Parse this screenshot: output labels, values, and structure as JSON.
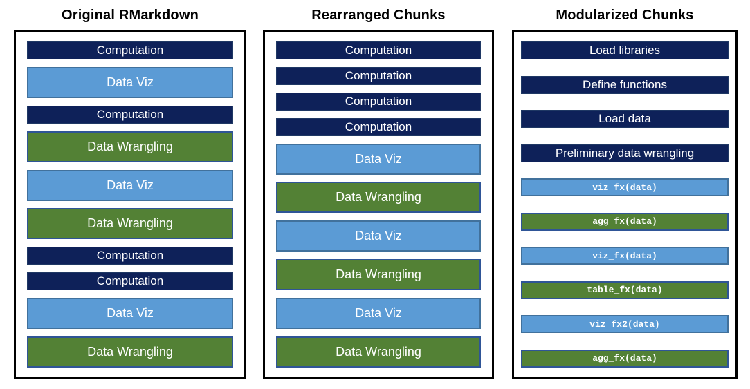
{
  "colors": {
    "background": "#FFFFFF",
    "title_text": "#000000",
    "panel_border": "#000000",
    "bar_text": "#FFFFFF",
    "computation_fill": "#0E2159",
    "computation_border": "#1F3864",
    "viz_fill": "#5B9BD5",
    "viz_border": "#41719C",
    "wrangling_fill": "#538135",
    "wrangling_border": "#2F5597"
  },
  "columns": [
    {
      "title": "Original RMarkdown",
      "items": [
        {
          "label": "Computation",
          "type": "computation",
          "size": "short",
          "mono": false
        },
        {
          "label": "Data Viz",
          "type": "viz",
          "size": "tall",
          "mono": false
        },
        {
          "label": "Computation",
          "type": "computation",
          "size": "short",
          "mono": false
        },
        {
          "label": "Data Wrangling",
          "type": "wrangling",
          "size": "tall",
          "mono": false
        },
        {
          "label": "Data Viz",
          "type": "viz",
          "size": "tall",
          "mono": false
        },
        {
          "label": "Data Wrangling",
          "type": "wrangling",
          "size": "tall",
          "mono": false
        },
        {
          "label": "Computation",
          "type": "computation",
          "size": "short",
          "mono": false
        },
        {
          "label": "Computation",
          "type": "computation",
          "size": "short",
          "mono": false
        },
        {
          "label": "Data Viz",
          "type": "viz",
          "size": "tall",
          "mono": false
        },
        {
          "label": "Data Wrangling",
          "type": "wrangling",
          "size": "tall",
          "mono": false
        }
      ]
    },
    {
      "title": "Rearranged Chunks",
      "items": [
        {
          "label": "Computation",
          "type": "computation",
          "size": "short",
          "mono": false
        },
        {
          "label": "Computation",
          "type": "computation",
          "size": "short",
          "mono": false
        },
        {
          "label": "Computation",
          "type": "computation",
          "size": "short",
          "mono": false
        },
        {
          "label": "Computation",
          "type": "computation",
          "size": "short",
          "mono": false
        },
        {
          "label": "Data Viz",
          "type": "viz",
          "size": "tall",
          "mono": false
        },
        {
          "label": "Data Wrangling",
          "type": "wrangling",
          "size": "tall",
          "mono": false
        },
        {
          "label": "Data Viz",
          "type": "viz",
          "size": "tall",
          "mono": false
        },
        {
          "label": "Data Wrangling",
          "type": "wrangling",
          "size": "tall",
          "mono": false
        },
        {
          "label": "Data Viz",
          "type": "viz",
          "size": "tall",
          "mono": false
        },
        {
          "label": "Data Wrangling",
          "type": "wrangling",
          "size": "tall",
          "mono": false
        }
      ]
    },
    {
      "title": "Modularized Chunks",
      "items": [
        {
          "label": "Load libraries",
          "type": "computation",
          "size": "short",
          "mono": false
        },
        {
          "label": "Define functions",
          "type": "computation",
          "size": "short",
          "mono": false
        },
        {
          "label": "Load data",
          "type": "computation",
          "size": "short",
          "mono": false
        },
        {
          "label": "Preliminary data wrangling",
          "type": "computation",
          "size": "short",
          "mono": false
        },
        {
          "label": "viz_fx(data)",
          "type": "viz",
          "size": "short",
          "mono": true
        },
        {
          "label": "agg_fx(data)",
          "type": "wrangling",
          "size": "short",
          "mono": true
        },
        {
          "label": "viz_fx(data)",
          "type": "viz",
          "size": "short",
          "mono": true
        },
        {
          "label": "table_fx(data)",
          "type": "wrangling",
          "size": "short",
          "mono": true
        },
        {
          "label": "viz_fx2(data)",
          "type": "viz",
          "size": "short",
          "mono": true
        },
        {
          "label": "agg_fx(data)",
          "type": "wrangling",
          "size": "short",
          "mono": true
        }
      ]
    }
  ]
}
